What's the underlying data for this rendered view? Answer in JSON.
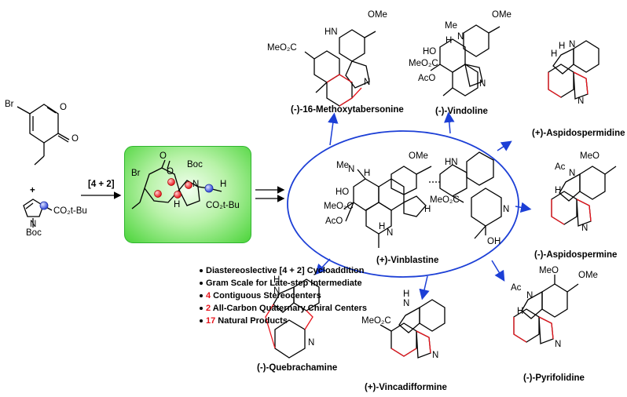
{
  "conditions": {
    "cycloaddition": "[4 + 2]"
  },
  "reagents": {
    "pyrone": {
      "br": "Br",
      "o": "O",
      "carbonyl_o": "O"
    },
    "plus": "+",
    "pyrroline": {
      "n": "N",
      "boc": "Boc",
      "ester": "CO₂t-Bu"
    }
  },
  "intermediate": {
    "br": "Br",
    "o1": "O",
    "o2": "O",
    "n": "N",
    "boc": "Boc",
    "h1": "H",
    "h2": "H",
    "ester": "CO₂t-Bu"
  },
  "highlights": [
    {
      "num": "",
      "text": "Diastereoslective [4 + 2] Cycloaddition"
    },
    {
      "num": "",
      "text": "Gram Scale for Late-step Intermediate"
    },
    {
      "num": "4",
      "text": " Contiguous Stereocenters"
    },
    {
      "num": "2",
      "text": " All-Carbon Quaternary Chiral Centers"
    },
    {
      "num": "17",
      "text": " Natural Products"
    }
  ],
  "center_product": "(+)-Vinblastine",
  "products": [
    "(-)-16-Methoxytabersonine",
    "(-)-Vindoline",
    "(+)-Aspidospermidine",
    "(-)-Aspidospermine",
    "(-)-Pyrifolidine",
    "(+)-Vincadifformine",
    "(-)-Quebrachamine"
  ],
  "atom_labels": {
    "ome": "OMe",
    "meo": "MeO",
    "meo2c": "MeO₂C",
    "me": "Me",
    "ac": "Ac",
    "aco": "AcO",
    "hn": "HN",
    "h": "H",
    "n": "N",
    "ho": "HO",
    "oh": "OH"
  },
  "colors": {
    "ring_blue": "#1c3fd6",
    "highlight_red": "#e8141c",
    "box_green": "#4bd43a",
    "atom_blue": "#3a50d8"
  }
}
